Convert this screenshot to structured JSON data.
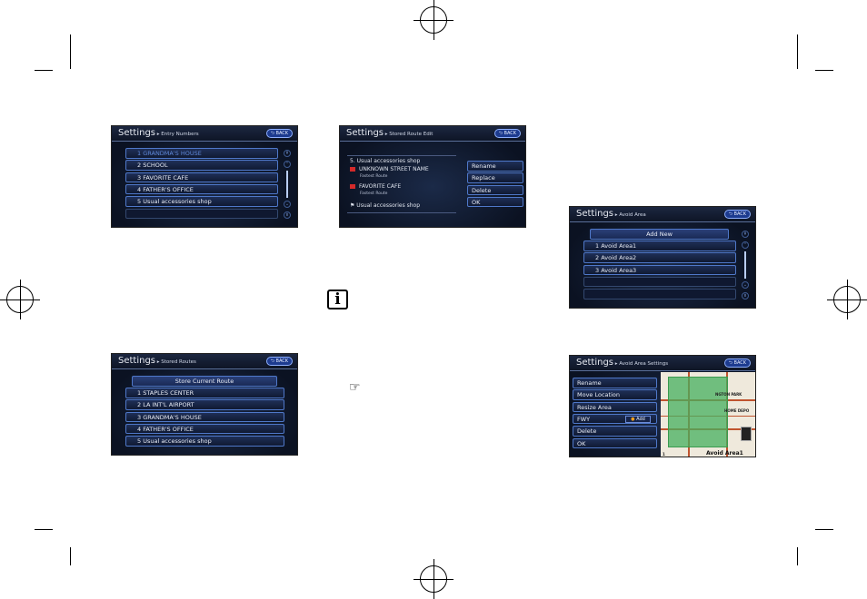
{
  "back_label": "BACK",
  "screens": {
    "entry_numbers": {
      "title": "Settings",
      "crumb": "Entry Numbers",
      "rows": [
        "1 GRANDMA'S HOUSE",
        "2 SCHOOL",
        "3 FAVORITE CAFE",
        "4 FATHER'S OFFICE",
        "5 Usual accessories shop",
        ""
      ]
    },
    "stored_routes": {
      "title": "Settings",
      "crumb": "Stored Routes",
      "top_button": "Store Current Route",
      "rows": [
        "1 STAPLES CENTER",
        "2 LA INT'L AIRPORT",
        "3 GRANDMA'S HOUSE",
        "4 FATHER'S OFFICE",
        "5 Usual accessories shop"
      ]
    },
    "stored_route_edit": {
      "title": "Settings",
      "crumb": "Stored Route Edit",
      "route_name": "5.  Usual accessories shop",
      "waypoints": [
        {
          "name": "UNKNOWN STREET NAME",
          "sub": "Fastest Route"
        },
        {
          "name": "FAVORITE CAFE",
          "sub": "Fastest Route"
        }
      ],
      "destination": "Usual accessories shop",
      "buttons": [
        "Rename",
        "Replace",
        "Delete",
        "OK"
      ]
    },
    "avoid_area": {
      "title": "Settings",
      "crumb": "Avoid Area",
      "top_button": "Add New",
      "rows": [
        "1 Avoid Area1",
        "2 Avoid Area2",
        "3 Avoid Area3",
        "",
        ""
      ]
    },
    "avoid_area_settings": {
      "title": "Settings",
      "crumb": "Avoid Area Settings",
      "buttons": [
        "Rename",
        "Move Location",
        "Resize Area",
        "FWY",
        "Delete",
        "OK"
      ],
      "fwy_toggle": "Add",
      "map_label": "Avoid Area1",
      "map_texts": [
        "NGTON PARK",
        "HOME DEPO",
        "1"
      ]
    }
  },
  "icons": {
    "info": "info-icon",
    "reference": "pointing-hand-icon"
  },
  "info_glyph": "i",
  "pointer_glyph": "☞"
}
